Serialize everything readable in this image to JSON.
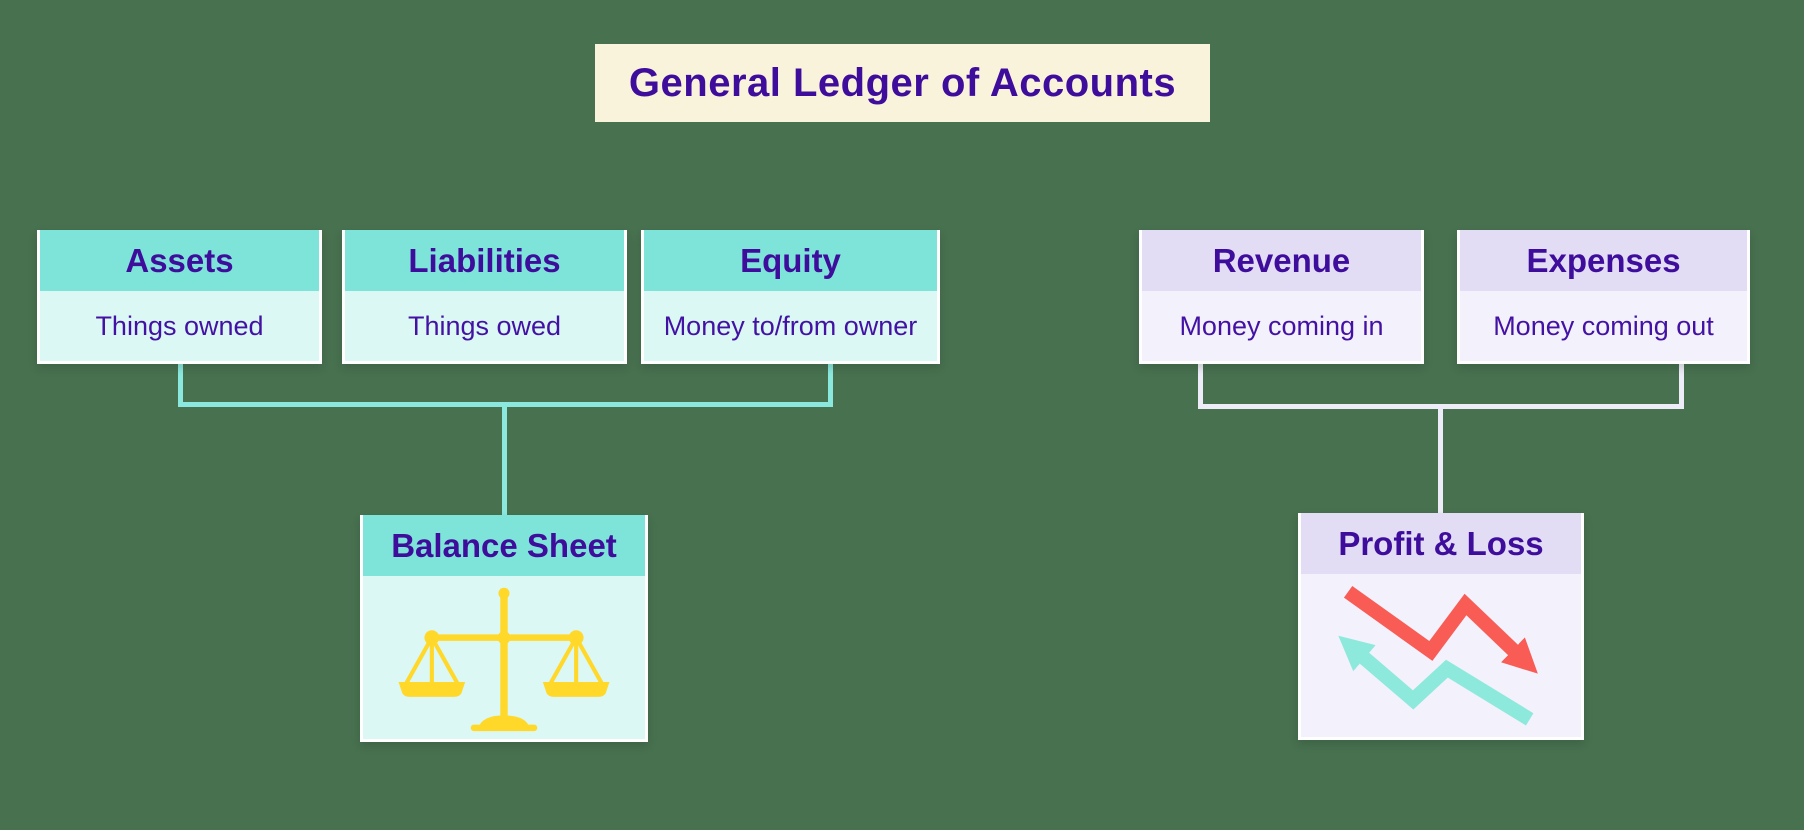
{
  "page": {
    "background_color": "#487150"
  },
  "title": {
    "text": "General Ledger of Accounts",
    "background_color": "#FAF3DC",
    "text_color": "#3E0D9C"
  },
  "balance_sheet_group": {
    "header_color": "#7EE4D9",
    "body_color": "#DCF8F5",
    "connector_color": "#8BE8DF",
    "accounts": [
      {
        "label": "Assets",
        "description": "Things owned"
      },
      {
        "label": "Liabilities",
        "description": "Things owed"
      },
      {
        "label": "Equity",
        "description": "Money to/from owner"
      }
    ],
    "result": {
      "label": "Balance Sheet",
      "icon": "balance-scale-icon",
      "icon_color": "#FFD829"
    }
  },
  "profit_loss_group": {
    "header_color": "#E3DCF5",
    "body_color": "#F3F1FB",
    "connector_color": "#EFECF9",
    "accounts": [
      {
        "label": "Revenue",
        "description": "Money coming in"
      },
      {
        "label": "Expenses",
        "description": "Money coming out"
      }
    ],
    "result": {
      "label": "Profit & Loss",
      "icon": "trend-arrows-icon",
      "loss_arrow_color": "#F85C55",
      "profit_arrow_color": "#8CE9DB"
    }
  }
}
